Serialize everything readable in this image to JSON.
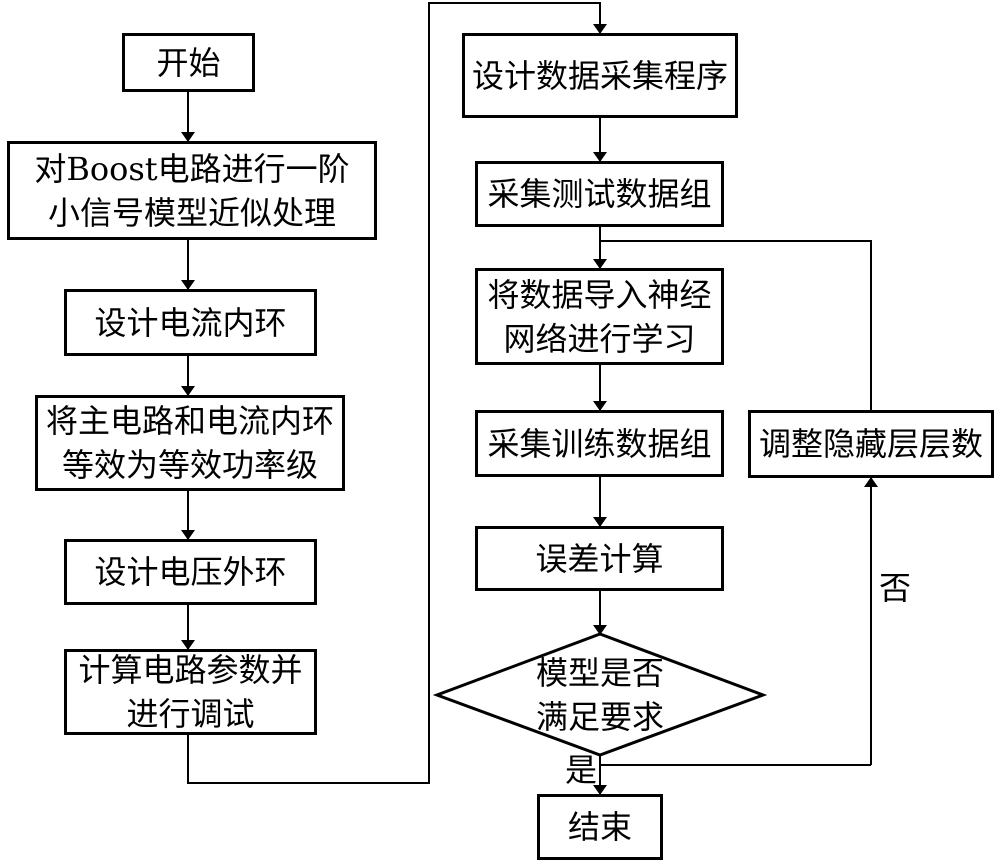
{
  "nodes": {
    "start": "开始",
    "boost_l1": "对Boost电路进行一阶",
    "boost_l2": "小信号模型近似处理",
    "current_loop": "设计电流内环",
    "equiv_l1": "将主电路和电流内环",
    "equiv_l2": "等效为等效功率级",
    "voltage_loop": "设计电压外环",
    "calc_l1": "计算电路参数并",
    "calc_l2": "进行调试",
    "design_program": "设计数据采集程序",
    "collect_test": "采集测试数据组",
    "import_l1": "将数据导入神经",
    "import_l2": "网络进行学习",
    "collect_train": "采集训练数据组",
    "error_calc": "误差计算",
    "decision_l1": "模型是否",
    "decision_l2": "满足要求",
    "adjust_layers": "调整隐藏层层数",
    "end": "结束"
  },
  "edge_labels": {
    "yes": "是",
    "no": "否"
  }
}
